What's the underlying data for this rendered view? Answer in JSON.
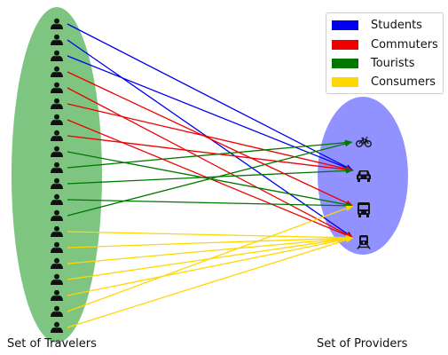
{
  "captions": {
    "travelers": "Set of Travelers",
    "providers": "Set of Providers"
  },
  "legend": [
    {
      "label": "Students",
      "color": "#0000ee"
    },
    {
      "label": "Commuters",
      "color": "#ee0000"
    },
    {
      "label": "Tourists",
      "color": "#007700"
    },
    {
      "label": "Consumers",
      "color": "#ffd700"
    }
  ],
  "colors": {
    "travelers_set": "#4caf50",
    "providers_set": "#6666ff",
    "icon": "#111111"
  },
  "travelers": {
    "count": 20,
    "icon": "person-icon"
  },
  "providers": [
    {
      "id": "bicycle",
      "icon": "bicycle-icon"
    },
    {
      "id": "car",
      "icon": "car-icon"
    },
    {
      "id": "bus",
      "icon": "bus-icon"
    },
    {
      "id": "train",
      "icon": "train-icon"
    }
  ],
  "connections": [
    {
      "from": 1,
      "to": "car",
      "group": "Students"
    },
    {
      "from": 2,
      "to": "train",
      "group": "Students"
    },
    {
      "from": 3,
      "to": "car",
      "group": "Students"
    },
    {
      "from": 4,
      "to": "bus",
      "group": "Commuters"
    },
    {
      "from": 5,
      "to": "train",
      "group": "Commuters"
    },
    {
      "from": 6,
      "to": "car",
      "group": "Commuters"
    },
    {
      "from": 7,
      "to": "train",
      "group": "Commuters"
    },
    {
      "from": 8,
      "to": "car",
      "group": "Commuters"
    },
    {
      "from": 9,
      "to": "bus",
      "group": "Tourists"
    },
    {
      "from": 10,
      "to": "bicycle",
      "group": "Tourists"
    },
    {
      "from": 11,
      "to": "car",
      "group": "Tourists"
    },
    {
      "from": 12,
      "to": "bus",
      "group": "Tourists"
    },
    {
      "from": 13,
      "to": "bicycle",
      "group": "Tourists"
    },
    {
      "from": 14,
      "to": "train",
      "group": "Consumers"
    },
    {
      "from": 15,
      "to": "train",
      "group": "Consumers"
    },
    {
      "from": 16,
      "to": "train",
      "group": "Consumers"
    },
    {
      "from": 17,
      "to": "train",
      "group": "Consumers"
    },
    {
      "from": 18,
      "to": "train",
      "group": "Consumers"
    },
    {
      "from": 19,
      "to": "bus",
      "group": "Consumers"
    },
    {
      "from": 20,
      "to": "train",
      "group": "Consumers"
    }
  ]
}
